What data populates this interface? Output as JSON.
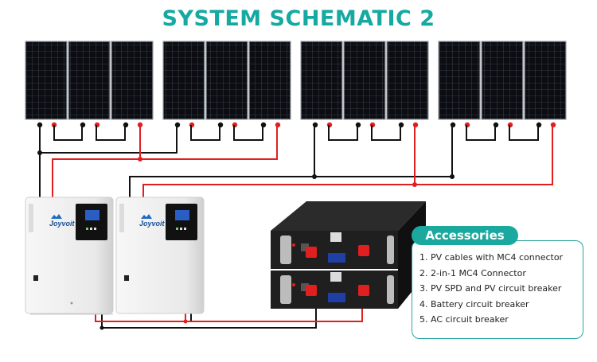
{
  "title": "SYSTEM SCHEMATIC 2",
  "inverters": [
    {
      "brand": "Joyvoit"
    },
    {
      "brand": "Joyvoit"
    }
  ],
  "accessories": {
    "heading": "Accessories",
    "items": [
      "1. PV cables with MC4 connector",
      "2. 2-in-1 MC4 Connector",
      "3. PV SPD and PV circuit breaker",
      "4. Battery circuit breaker",
      "5. AC circuit breaker"
    ]
  },
  "colors": {
    "title": "#15a9a2",
    "accent": "#1ba99f",
    "positive_wire": "#e02020",
    "negative_wire": "#111111"
  },
  "panel_groups": 4,
  "panels_per_group": 3,
  "battery_modules": 2
}
